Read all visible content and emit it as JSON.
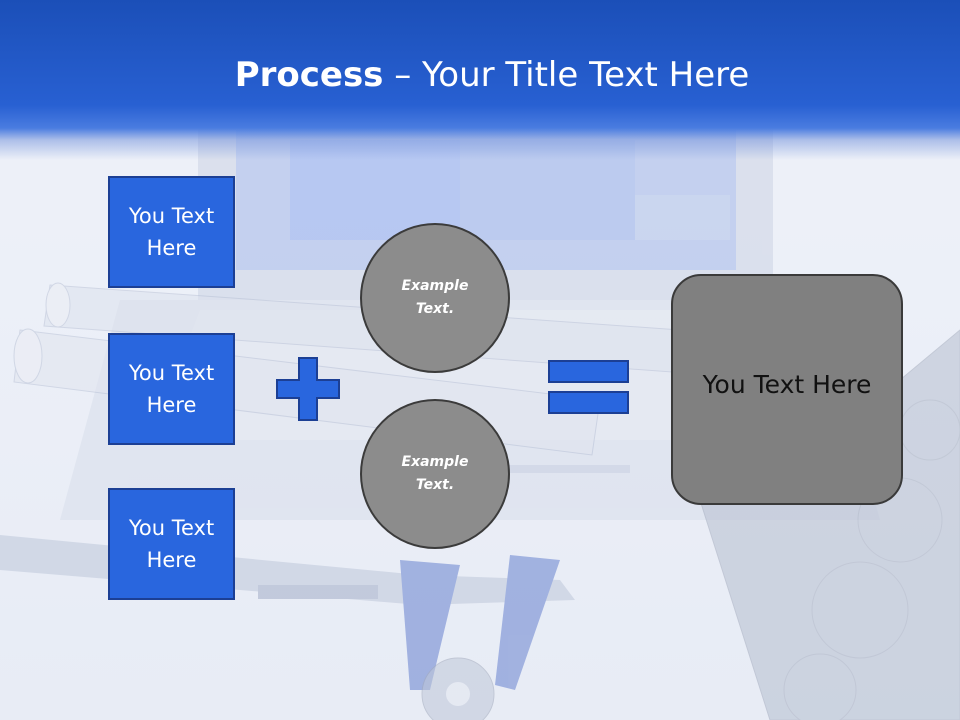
{
  "title": {
    "bold": "Process",
    "rest": " – Your Title Text Here"
  },
  "boxes": [
    {
      "label": "You Text Here"
    },
    {
      "label": "You Text Here"
    },
    {
      "label": "You Text Here"
    }
  ],
  "circles": [
    {
      "label": "Example Text."
    },
    {
      "label": "Example Text."
    }
  ],
  "result": {
    "label": "You Text Here"
  },
  "operators": {
    "plus": "plus-icon",
    "equals": "equals-icon"
  },
  "colors": {
    "header": "#2860d2",
    "box_fill": "#2966de",
    "box_border": "#1c3f94",
    "circle_fill": "#8c8c8c",
    "result_fill": "#808080"
  }
}
